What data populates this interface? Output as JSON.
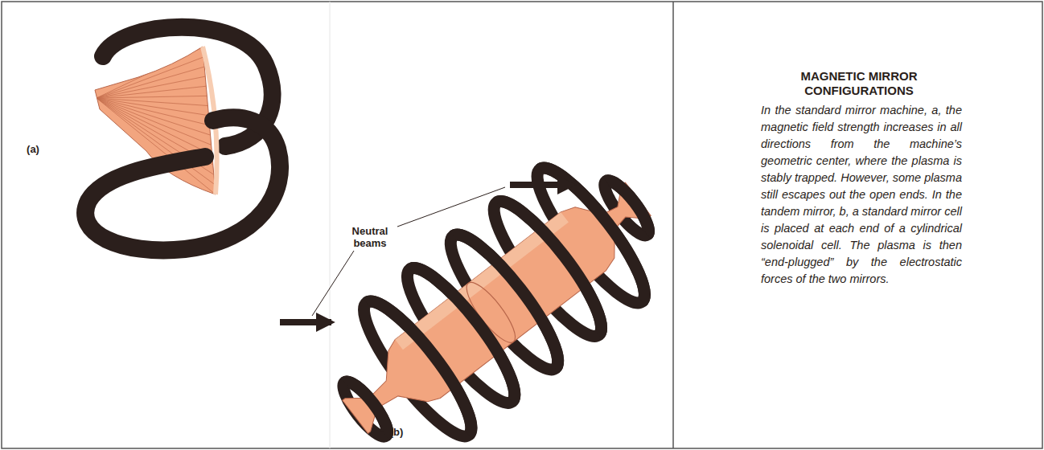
{
  "diagram": {
    "title": "MAGNETIC MIRROR CONFIGURATIONS",
    "caption": "In the standard mirror machine, a, the magnetic field strength increases in all directions from the machine’s geometric center, where the plasma is stably trapped. However, some plasma still escapes out the open ends. In the tandem mirror, b, a standard mirror cell is placed at each end of a cylindrical solenoidal cell. The plasma is then “end-plugged” by the electrostatic forces of the two mirrors.",
    "labels": [
      "(a)",
      "Neutral beams",
      "(b)"
    ]
  }
}
